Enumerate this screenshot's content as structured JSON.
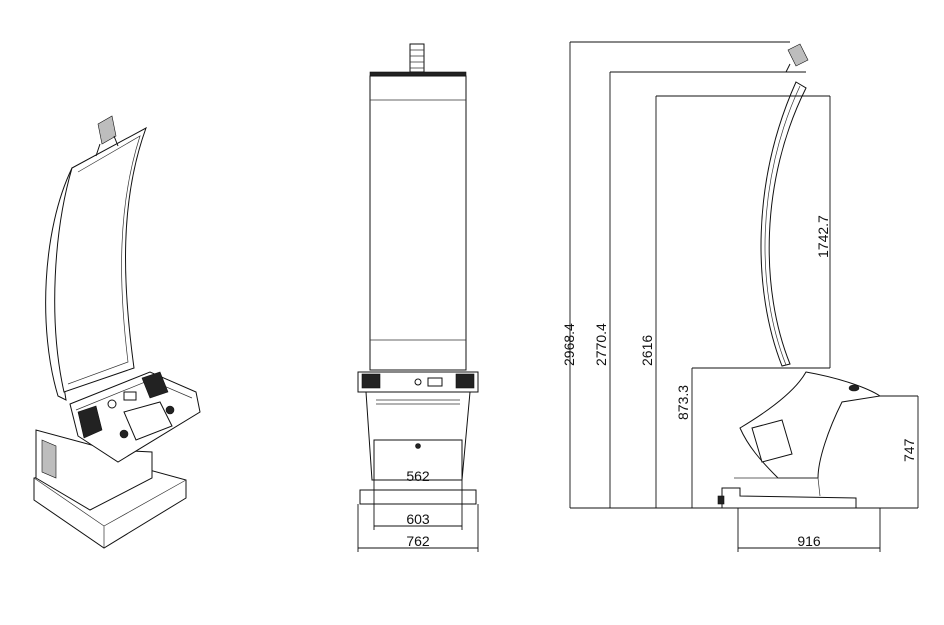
{
  "views": [
    "isometric-view",
    "front-view",
    "side-view"
  ],
  "dimensions": {
    "front_inner_width": "562",
    "front_base_width": "603",
    "front_overall_width": "762",
    "side_overall_height": "2968.4",
    "side_screen_top_height": "2770.4",
    "side_screen_bottom_height": "2616",
    "side_console_height": "873.3",
    "side_screen_curve_height": "1742.7",
    "side_base_height": "747",
    "side_depth": "916"
  }
}
